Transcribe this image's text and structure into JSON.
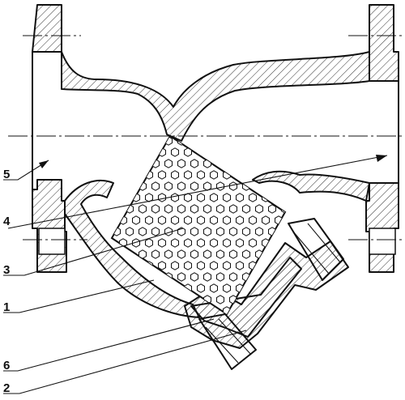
{
  "callouts": [
    {
      "id": "5",
      "label": "5"
    },
    {
      "id": "4",
      "label": "4"
    },
    {
      "id": "3",
      "label": "3"
    },
    {
      "id": "1",
      "label": "1"
    },
    {
      "id": "6",
      "label": "6"
    },
    {
      "id": "2",
      "label": "2"
    }
  ],
  "colors": {
    "line": "#111111",
    "background": "#ffffff"
  }
}
